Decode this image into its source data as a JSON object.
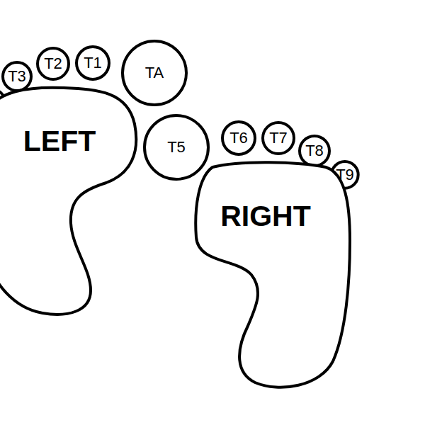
{
  "diagram": {
    "nodes": [
      {
        "text": [
          "T3"
        ]
      },
      {
        "text": [
          "T2"
        ]
      },
      {
        "text": [
          "T1"
        ]
      },
      {
        "text": [
          "TA"
        ]
      },
      {
        "text": [
          "LEFT"
        ]
      },
      {
        "text": [
          "T5"
        ]
      },
      {
        "text": [
          "T6"
        ]
      },
      {
        "text": [
          "T7"
        ]
      },
      {
        "text": [
          "T8"
        ]
      },
      {
        "text": [
          "T9"
        ]
      },
      {
        "text": [
          "RIGHT"
        ]
      }
    ]
  }
}
